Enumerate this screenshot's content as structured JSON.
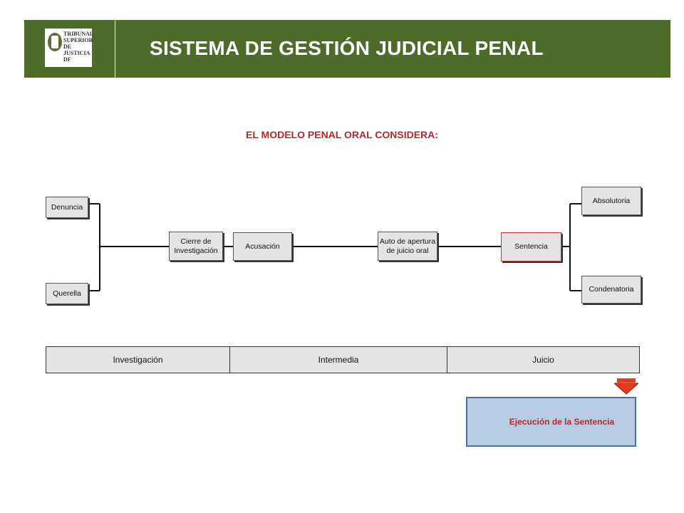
{
  "header": {
    "title": "SISTEMA DE GESTIÓN JUDICIAL PENAL",
    "logo_text": [
      "TRIBUNAL",
      "SUPERIOR",
      "DE JUSTICIA",
      "DF"
    ]
  },
  "subtitle": "EL MODELO PENAL ORAL CONSIDERA:",
  "nodes": {
    "denuncia": "Denuncia",
    "querella": "Querella",
    "cierre_l1": "Cierre de",
    "cierre_l2": "Investigación",
    "acusacion": "Acusación",
    "auto_l1": "Auto de apertura",
    "auto_l2": "de juicio oral",
    "sentencia": "Sentencia",
    "absolutoria": "Absolutoria",
    "condenatoria": "Condenatoria"
  },
  "phases": [
    "Investigación",
    "Intermedia",
    "Juicio"
  ],
  "ejecucion": "Ejecución de la Sentencia",
  "colors": {
    "header_bg": "#4f6b2a",
    "accent_red": "#b02a2a",
    "box_fill": "#e4e4e4",
    "exec_fill": "#b8cce4"
  }
}
